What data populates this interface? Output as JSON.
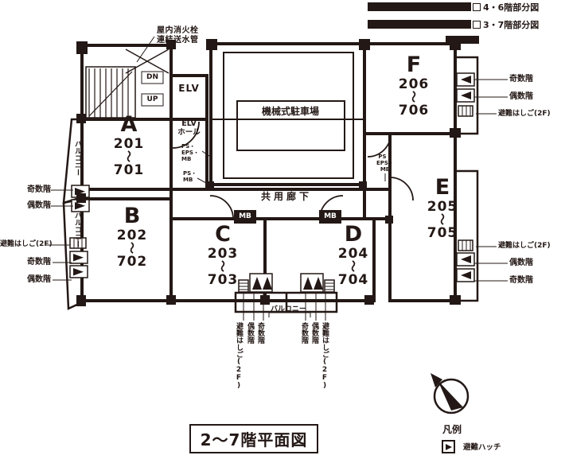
{
  "colors": {
    "ink": "#231815"
  },
  "page": {
    "partial_plans": [
      {
        "label": "4・6階部分図"
      },
      {
        "label": "3・7階部分図"
      }
    ],
    "title": "2〜7階平面図",
    "legend": {
      "heading": "凡例",
      "hatch_label": "避難ハッチ"
    }
  },
  "plan": {
    "fire_note": {
      "line1": "屋内消火栓",
      "line2": "連結送水管"
    },
    "stairs": {
      "down": "DN",
      "up": "UP"
    },
    "elevator": {
      "shaft": "ELV",
      "hall_line1": "ELV",
      "hall_line2": "ホール"
    },
    "parking_label": "機械式駐車場",
    "corridor_label": "共用廊下",
    "mb_label": "MB",
    "ps_eps_mb": {
      "line1": "PS・",
      "line2": "EPS・",
      "line3": "MB"
    },
    "ps_mb": {
      "line1": "PS・",
      "line2": "MB"
    },
    "balcony_label": "バルコニー"
  },
  "units": [
    {
      "letter": "A",
      "from": "201",
      "tilde": "〜",
      "to": "701"
    },
    {
      "letter": "B",
      "from": "202",
      "tilde": "〜",
      "to": "702"
    },
    {
      "letter": "C",
      "from": "203",
      "tilde": "〜",
      "to": "703"
    },
    {
      "letter": "D",
      "from": "204",
      "tilde": "〜",
      "to": "704"
    },
    {
      "letter": "E",
      "from": "205",
      "tilde": "〜",
      "to": "705"
    },
    {
      "letter": "F",
      "from": "206",
      "tilde": "〜",
      "to": "706"
    }
  ],
  "annotations": {
    "odd_floor": "奇数階",
    "even_floor": "偶数階",
    "escape_ladder_2f": "避難はしご(2F)"
  }
}
